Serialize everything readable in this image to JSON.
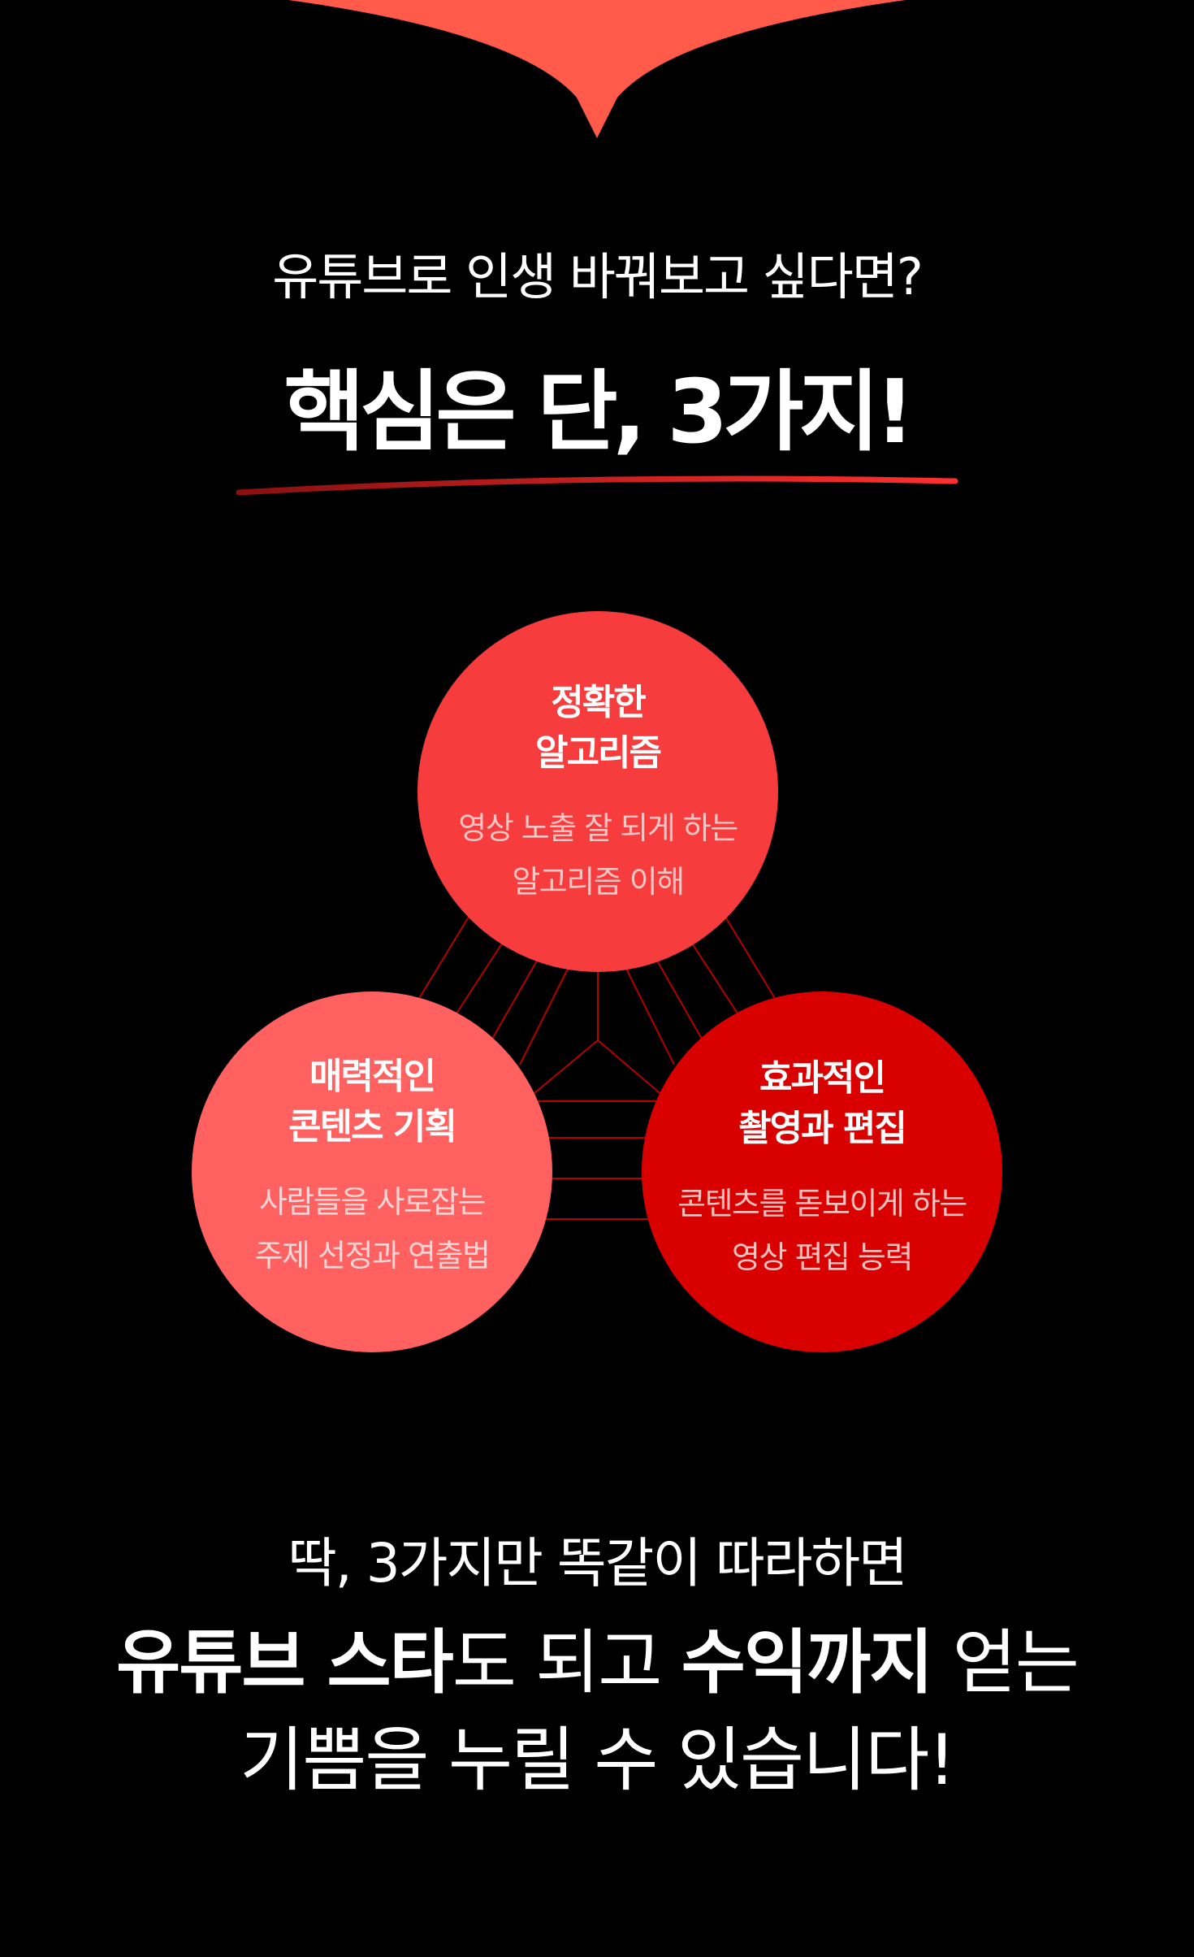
{
  "colors": {
    "background": "#000000",
    "accent_top": "#ff5a4a",
    "circle_top": "#f73c3d",
    "circle_left": "#ff6161",
    "circle_right": "#d90000",
    "web_lines": "#b30000"
  },
  "intro": {
    "subtitle": "유튜브로 인생 바꿔보고 싶다면?",
    "headline": "핵심은 단, 3가지!"
  },
  "circles": {
    "top": {
      "title_line1": "정확한",
      "title_line2": "알고리즘",
      "desc_line1": "영상 노출 잘 되게 하는",
      "desc_line2": "알고리즘 이해"
    },
    "left": {
      "title_line1": "매력적인",
      "title_line2": "콘텐츠 기획",
      "desc_line1": "사람들을 사로잡는",
      "desc_line2": "주제 선정과 연출법"
    },
    "right": {
      "title_line1": "효과적인",
      "title_line2": "촬영과 편집",
      "desc_line1": "콘텐츠를 돋보이게 하는",
      "desc_line2": "영상 편집 능력"
    }
  },
  "closing": {
    "line1": "딱, 3가지만 똑같이 따라하면",
    "line2_bold1": "유튜브 스타",
    "line2_reg1": "도 되고 ",
    "line2_bold2": "수익까지",
    "line2_reg2": " 얻는",
    "line3": "기쁨을 누릴 수 있습니다!"
  }
}
